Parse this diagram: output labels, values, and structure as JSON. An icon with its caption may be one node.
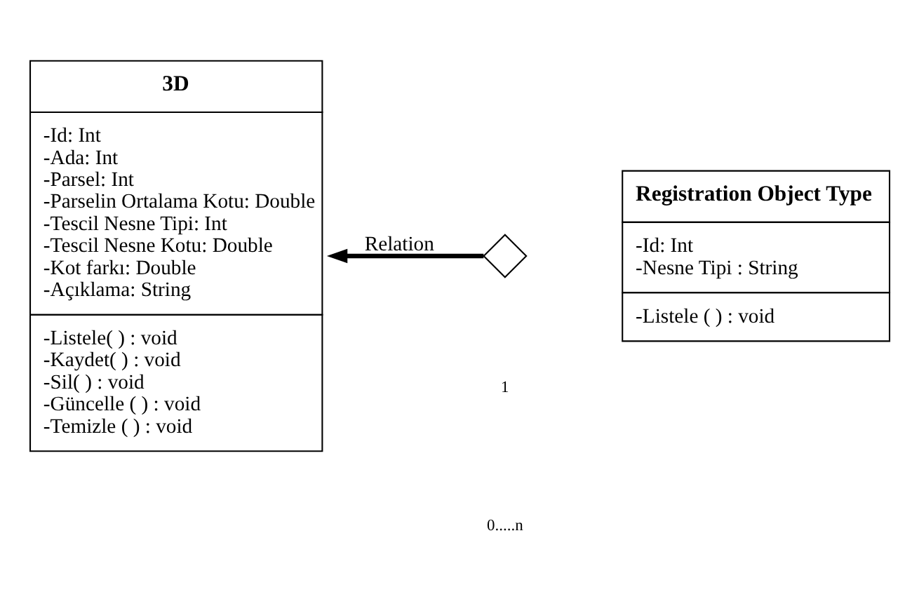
{
  "diagram": {
    "nodes": [
      {
        "text": [
          "3D",
          "-Id: Int",
          "-Ada: Int",
          "-Parsel: Int",
          "-Parselin Ortalama Kotu: Double",
          "-Tescil Nesne Tipi: Int",
          "-Tescil Nesne Kotu: Double",
          "-Kot farkı: Double",
          "-Açıklama: String",
          "-Listele( ) : void",
          "-Kaydet( ) : void",
          "-Sil( ) : void",
          "-Güncelle ( ) : void",
          "-Temizle ( ) : void"
        ]
      },
      {
        "text": [],
        "shape": "diamond"
      },
      {
        "text": [
          "Registration Object Type",
          "-Id: Int",
          "-Nesne Tipi : String",
          "-Listele ( ) : void"
        ]
      }
    ],
    "edges": [
      {
        "from": 1,
        "to": 0,
        "arrow": "to",
        "label": "Relation"
      }
    ],
    "labels": [
      "1",
      "0.....n"
    ]
  }
}
